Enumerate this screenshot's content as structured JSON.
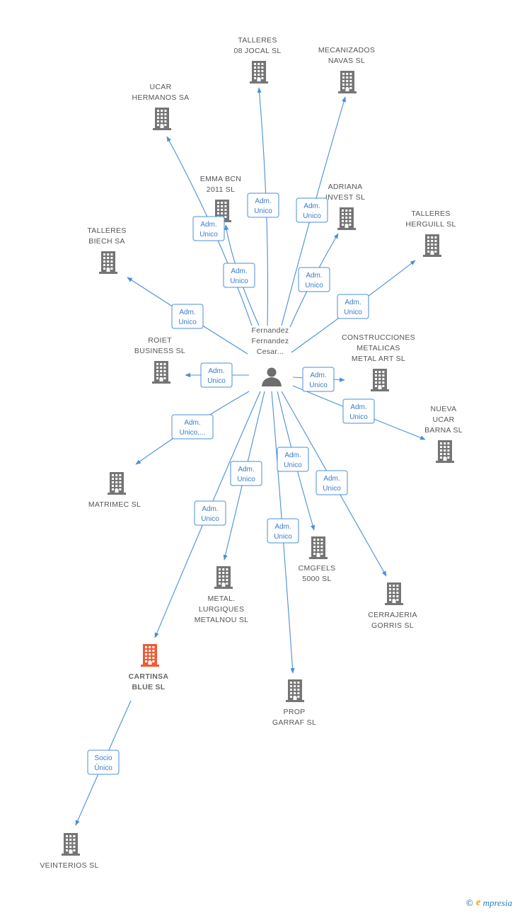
{
  "center": {
    "label_lines": [
      "Fernandez",
      "Fernandez",
      "Cesar..."
    ],
    "icon": "person-icon"
  },
  "colors": {
    "edge": "#4a8fd8",
    "building": "#757575",
    "highlight": "#f05a35"
  },
  "companies": [
    {
      "id": "talleres-08-jocal",
      "lines": [
        "TALLERES",
        "08 JOCAL SL"
      ]
    },
    {
      "id": "mecanizados-navas",
      "lines": [
        "MECANIZADOS",
        "NAVAS SL"
      ]
    },
    {
      "id": "ucar-hermanos",
      "lines": [
        "UCAR",
        "HERMANOS SA"
      ]
    },
    {
      "id": "emma-bcn",
      "lines": [
        "EMMA BCN",
        "2011 SL"
      ]
    },
    {
      "id": "adriana-invest",
      "lines": [
        "ADRIANA",
        "INVEST SL"
      ]
    },
    {
      "id": "talleres-herguill",
      "lines": [
        "TALLERES",
        "HERGUILL SL"
      ]
    },
    {
      "id": "talleres-biech",
      "lines": [
        "TALLERES",
        "BIECH SA"
      ]
    },
    {
      "id": "roiet-business",
      "lines": [
        "ROIET",
        "BUSINESS SL"
      ]
    },
    {
      "id": "construcciones-metalicas",
      "lines": [
        "CONSTRUCCIONES",
        "METALICAS",
        "METAL ART SL"
      ]
    },
    {
      "id": "nueva-ucar-barna",
      "lines": [
        "NUEVA",
        "UCAR",
        "BARNA SL"
      ]
    },
    {
      "id": "matrimec",
      "lines": [
        "MATRIMEC SL"
      ]
    },
    {
      "id": "cmgfels",
      "lines": [
        "CMGFELS",
        "5000  SL"
      ]
    },
    {
      "id": "metal-lurgiques",
      "lines": [
        "METAL.",
        "LURGIQUES",
        "METALNOU SL"
      ]
    },
    {
      "id": "cerrajeria-gorris",
      "lines": [
        "CERRAJERIA",
        "GORRIS SL"
      ]
    },
    {
      "id": "cartinsa-blue",
      "lines": [
        "CARTINSA",
        "BLUE SL"
      ],
      "highlight": true
    },
    {
      "id": "prop-garraf",
      "lines": [
        "PROP",
        "GARRAF SL"
      ]
    },
    {
      "id": "veinterios",
      "lines": [
        "VEINTERIOS SL"
      ]
    }
  ],
  "edges": [
    {
      "target": "talleres-08-jocal",
      "label_lines": [
        "Adm.",
        "Unico"
      ]
    },
    {
      "target": "mecanizados-navas",
      "label_lines": [
        "Adm.",
        "Unico"
      ]
    },
    {
      "target": "ucar-hermanos",
      "label_lines": [
        "Adm.",
        "Unico"
      ]
    },
    {
      "target": "emma-bcn",
      "label_lines": [
        "Adm.",
        "Unico"
      ]
    },
    {
      "target": "adriana-invest",
      "label_lines": [
        "Adm.",
        "Unico"
      ]
    },
    {
      "target": "talleres-herguill",
      "label_lines": [
        "Adm.",
        "Unico"
      ]
    },
    {
      "target": "talleres-biech",
      "label_lines": [
        "Adm.",
        "Unico"
      ]
    },
    {
      "target": "roiet-business",
      "label_lines": [
        "Adm.",
        "Unico"
      ]
    },
    {
      "target": "construcciones-metalicas",
      "label_lines": [
        "Adm.",
        "Unico"
      ]
    },
    {
      "target": "nueva-ucar-barna",
      "label_lines": [
        "Adm.",
        "Unico"
      ]
    },
    {
      "target": "matrimec",
      "label_lines": [
        "Adm.",
        "Unico,..."
      ]
    },
    {
      "target": "metal-lurgiques",
      "label_lines": [
        "Adm.",
        "Unico"
      ]
    },
    {
      "target": "cmgfels",
      "label_lines": [
        "Adm.",
        "Unico"
      ]
    },
    {
      "target": "cerrajeria-gorris",
      "label_lines": [
        "Adm.",
        "Unico"
      ]
    },
    {
      "target": "cartinsa-blue",
      "label_lines": [
        "Adm.",
        "Unico"
      ]
    },
    {
      "target": "prop-garraf",
      "label_lines": [
        "Adm.",
        "Unico"
      ]
    },
    {
      "source": "cartinsa-blue",
      "target": "veinterios",
      "label_lines": [
        "Socio",
        "Único"
      ]
    }
  ],
  "footer": {
    "copyright_symbol": "©",
    "brand_initial": "e",
    "brand_rest": "mpresia"
  }
}
